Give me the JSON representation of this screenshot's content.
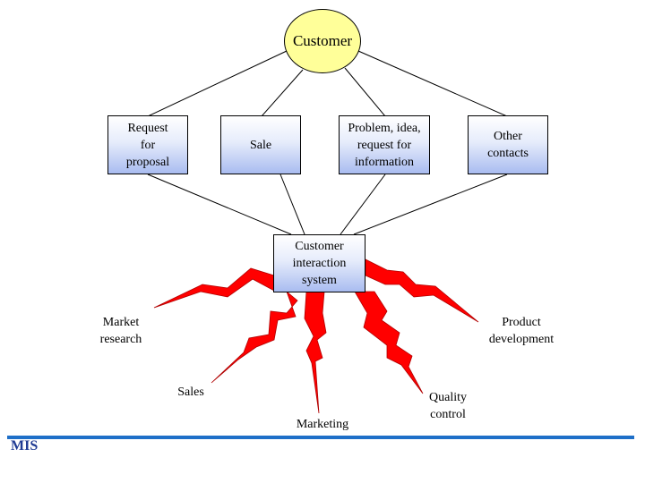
{
  "diagram": {
    "center": "Customer",
    "boxes": [
      {
        "id": "rfp",
        "label": "Request\nfor\nproposal"
      },
      {
        "id": "sale",
        "label": "Sale"
      },
      {
        "id": "problem",
        "label": "Problem, idea,\nrequest for\ninformation"
      },
      {
        "id": "other",
        "label": "Other\ncontacts"
      }
    ],
    "system": "Customer\ninteraction\nsystem",
    "outputs": [
      {
        "id": "market-research",
        "label": "Market\nresearch"
      },
      {
        "id": "sales",
        "label": "Sales"
      },
      {
        "id": "marketing",
        "label": "Marketing"
      },
      {
        "id": "quality-control",
        "label": "Quality\ncontrol"
      },
      {
        "id": "product-development",
        "label": "Product\ndevelopment"
      }
    ]
  },
  "footer": {
    "logo": "MIS"
  },
  "colors": {
    "ellipse_fill": "#ffff99",
    "box_gradient_bottom": "#a9bcf0",
    "bolt_red": "#ff0000",
    "footer_blue": "#1e6fc8"
  }
}
